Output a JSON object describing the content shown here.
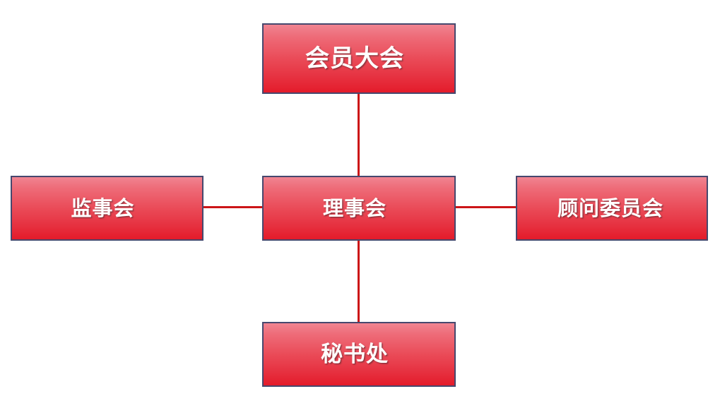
{
  "diagram": {
    "type": "organizational-chart",
    "title": "",
    "palette": {
      "box_gradient_top": "#f08491",
      "box_gradient_bottom": "#e41b2a",
      "box_border": "#46486e",
      "connector": "#cc1417",
      "label_text": "#ffffff",
      "background": "#ffffff"
    },
    "nodes": [
      {
        "id": "assembly",
        "label": "会员大会",
        "level": 0,
        "position": "top-center"
      },
      {
        "id": "supervisors",
        "label": "监事会",
        "level": 1,
        "position": "middle-left"
      },
      {
        "id": "directors",
        "label": "理事会",
        "level": 1,
        "position": "middle-center"
      },
      {
        "id": "advisory",
        "label": "顾问委员会",
        "level": 1,
        "position": "middle-right"
      },
      {
        "id": "secretariat",
        "label": "秘书处",
        "level": 2,
        "position": "bottom-center"
      }
    ],
    "edges": [
      {
        "id": "assembly-directors",
        "from": "assembly",
        "to": "directors",
        "orientation": "vertical"
      },
      {
        "id": "supervisors-directors",
        "from": "supervisors",
        "to": "directors",
        "orientation": "horizontal"
      },
      {
        "id": "directors-advisory",
        "from": "directors",
        "to": "advisory",
        "orientation": "horizontal"
      },
      {
        "id": "directors-secretariat",
        "from": "directors",
        "to": "secretariat",
        "orientation": "vertical"
      }
    ]
  }
}
